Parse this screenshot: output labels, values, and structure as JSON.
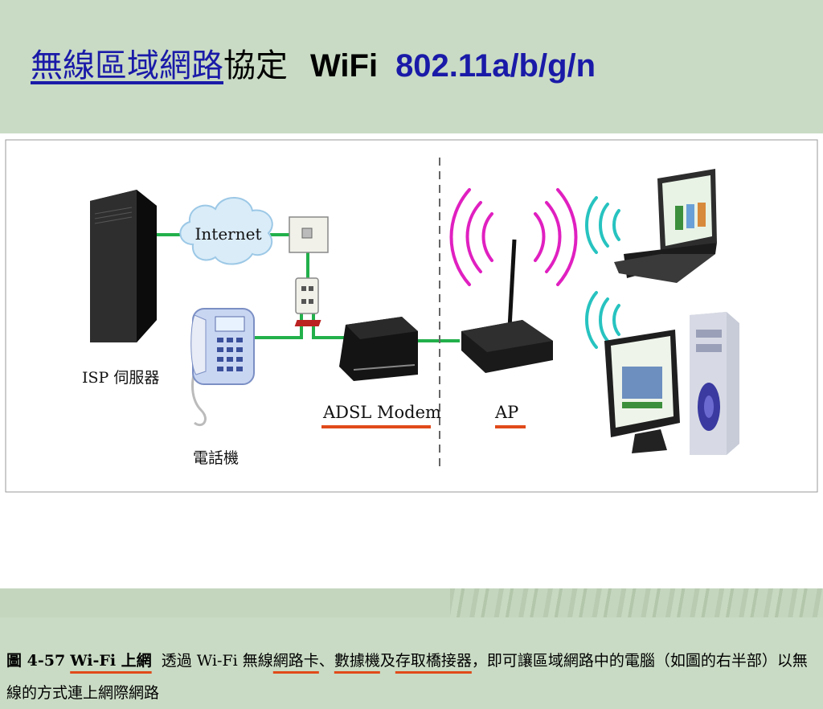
{
  "slide": {
    "title_link": "無線區域網路",
    "title_rest": "協定",
    "title_wifi": "WiFi",
    "title_standard": "802.11a/b/g/n"
  },
  "diagram": {
    "labels": {
      "internet": "Internet",
      "isp_server": "ISP 伺服器",
      "phone": "電話機",
      "adsl_modem": "ADSL Modem",
      "ap": "AP"
    },
    "colors": {
      "cable": "#22b04b",
      "signal": "#e020c0",
      "client_signal": "#27c3c0",
      "underline": "#e04a1a",
      "title_blue": "#1a1aa8"
    },
    "icons": [
      "server-icon",
      "cloud-icon",
      "wall-jack-icon",
      "splitter-icon",
      "telephone-icon",
      "modem-icon",
      "access-point-icon",
      "laptop-icon",
      "desktop-monitor-icon",
      "tower-pc-icon"
    ]
  },
  "caption": {
    "fig_no": "圖 4-57",
    "fig_title": "Wi-Fi 上網",
    "t1": "透過 Wi-Fi 無線",
    "k1": "網路卡",
    "s1": "、",
    "k2": "數據機",
    "s2": "及",
    "k3": "存取橋接器",
    "t2": "，即可讓區域網路中的電腦（如圖的右半部）以無線的方式連上網際網路"
  }
}
